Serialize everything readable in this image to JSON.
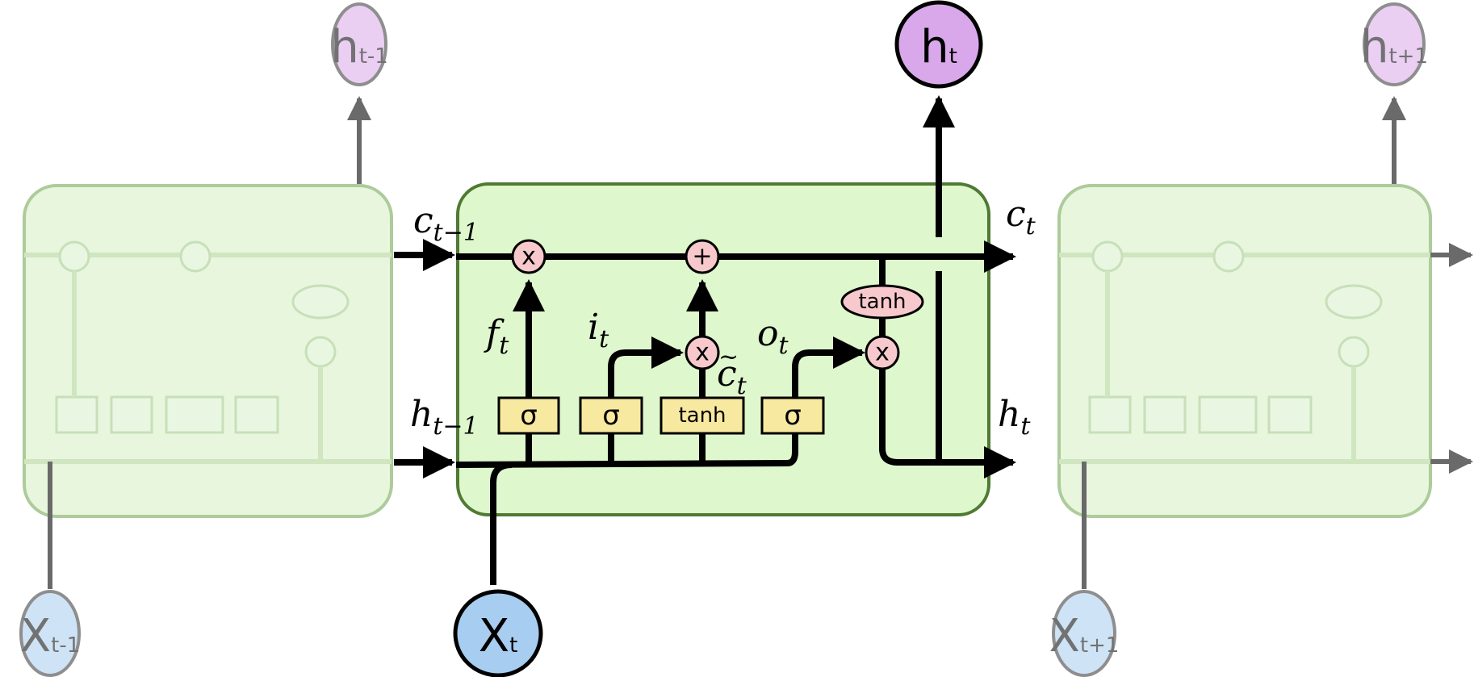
{
  "labels": {
    "c_prev": {
      "main": "c",
      "sub": "t−1"
    },
    "c_next": {
      "main": "c",
      "sub": "t"
    },
    "h_prev": {
      "main": "h",
      "sub": "t−1"
    },
    "h_next": {
      "main": "h",
      "sub": "t"
    },
    "forget": {
      "main": "f",
      "sub": "t"
    },
    "input": {
      "main": "i",
      "sub": "t"
    },
    "output": {
      "main": "o",
      "sub": "t"
    },
    "candidate": {
      "main": "c",
      "sub": "t",
      "accent": "~"
    }
  },
  "io": {
    "top_prev": {
      "main": "h",
      "sub": "t-1"
    },
    "top_main": {
      "main": "h",
      "sub": "t"
    },
    "top_next": {
      "main": "h",
      "sub": "t+1"
    },
    "bottom_prev": {
      "main": "X",
      "sub": "t-1"
    },
    "bottom_main": {
      "main": "X",
      "sub": "t"
    },
    "bottom_next": {
      "main": "X",
      "sub": "t+1"
    }
  },
  "ops": {
    "multiply": "x",
    "add": "+"
  },
  "gates": {
    "sigma": "σ",
    "tanh": "tanh"
  },
  "colors": {
    "cell_main": "#dff7cc",
    "cell_side": "#e3f5d6",
    "op_fill": "#f7c9cd",
    "gate_fill": "#f8e9a0",
    "output_fill": "#d9a8ea",
    "input_fill": "#a7cdf0"
  }
}
